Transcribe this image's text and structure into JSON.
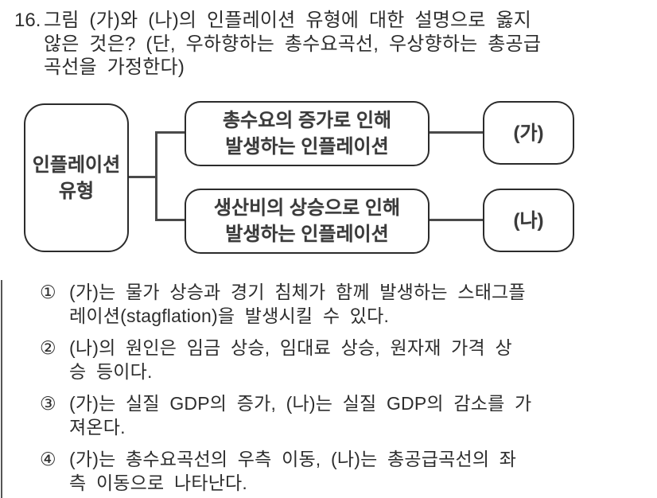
{
  "colors": {
    "background": "#ffffff",
    "text": "#2d2d2d",
    "diagram_border": "#2b2b2b",
    "connector_line": "#4a4a4a",
    "divider": "#555555"
  },
  "question": {
    "number": "16.",
    "text": "그림 (가)와 (나)의 인플레이션 유형에 대한 설명으로 옳지\n않은 것은? (단, 우하향하는 총수요곡선, 우상향하는 총공급\n곡선을 가정한다)"
  },
  "diagram": {
    "root": "인플레이션\n유형",
    "branch_top": "총수요의 증가로 인해\n발생하는 인플레이션",
    "branch_bottom": "생산비의 상승으로 인해\n발생하는 인플레이션",
    "label_top": "(가)",
    "label_bottom": "(나)"
  },
  "options": [
    {
      "marker": "①",
      "text": "(가)는 물가 상승과 경기 침체가 함께 발생하는 스태그플\n레이션(stagflation)을 발생시킬 수 있다."
    },
    {
      "marker": "②",
      "text": "(나)의 원인은 임금 상승, 임대료 상승, 원자재 가격 상\n승 등이다."
    },
    {
      "marker": "③",
      "text": "(가)는 실질 GDP의 증가, (나)는 실질 GDP의 감소를 가\n져온다."
    },
    {
      "marker": "④",
      "text": "(가)는 총수요곡선의 우측 이동, (나)는 총공급곡선의 좌\n측 이동으로 나타난다."
    }
  ]
}
